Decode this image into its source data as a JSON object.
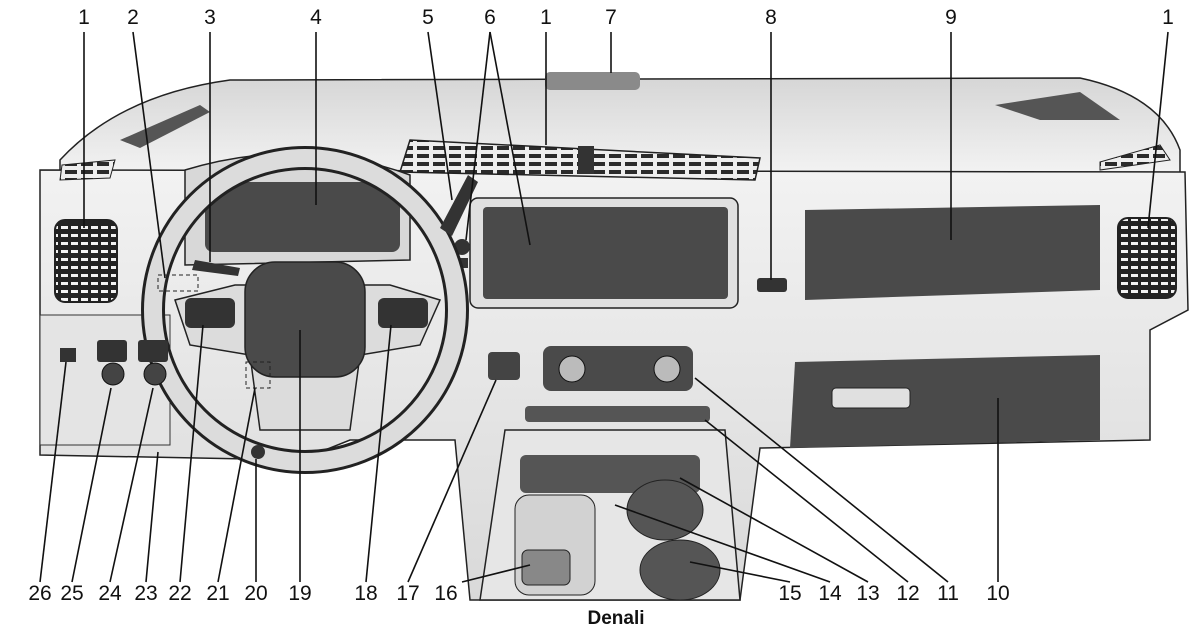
{
  "figure": {
    "caption": "Denali"
  },
  "callouts": {
    "top": [
      "1",
      "2",
      "3",
      "4",
      "5",
      "6",
      "1",
      "7",
      "8",
      "9",
      "1"
    ],
    "bottom": [
      "26",
      "25",
      "24",
      "23",
      "22",
      "21",
      "20",
      "19",
      "18",
      "17",
      "16",
      "15",
      "14",
      "13",
      "12",
      "11",
      "10"
    ]
  },
  "colors": {
    "line": "#111111",
    "screen": "#4a4a4a",
    "panel": "#e9e9e9",
    "shadow": "#bdbdbd"
  }
}
